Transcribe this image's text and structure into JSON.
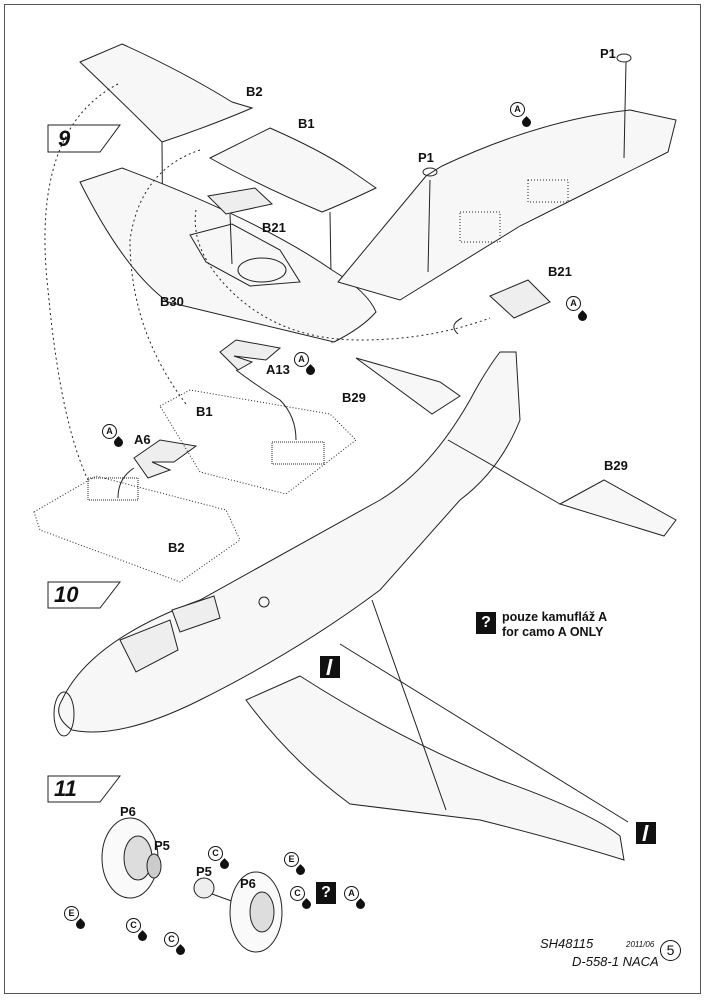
{
  "steps": {
    "s9": "9",
    "s10": "10",
    "s11": "11"
  },
  "parts": {
    "b2_top": "B2",
    "b1_top": "B1",
    "b21_left": "B21",
    "b30": "B30",
    "p1_right": "P1",
    "p1_left": "P1",
    "b21_right": "B21",
    "a13": "A13",
    "b29_left": "B29",
    "b29_right": "B29",
    "b1_mid": "B1",
    "a6": "A6",
    "b2_mid": "B2",
    "p6_top": "P6",
    "p5_top": "P5",
    "p5_bottom": "P5",
    "p6_bottom": "P6"
  },
  "badges": {
    "a": "A",
    "c": "C",
    "e": "E"
  },
  "note": {
    "line1": "pouze kamufláž A",
    "line2": "for camo A ONLY",
    "icon": "?"
  },
  "footer": {
    "code": "SH48115",
    "date": "2011/06",
    "title": "D-558-1 NACA",
    "page": "5"
  }
}
